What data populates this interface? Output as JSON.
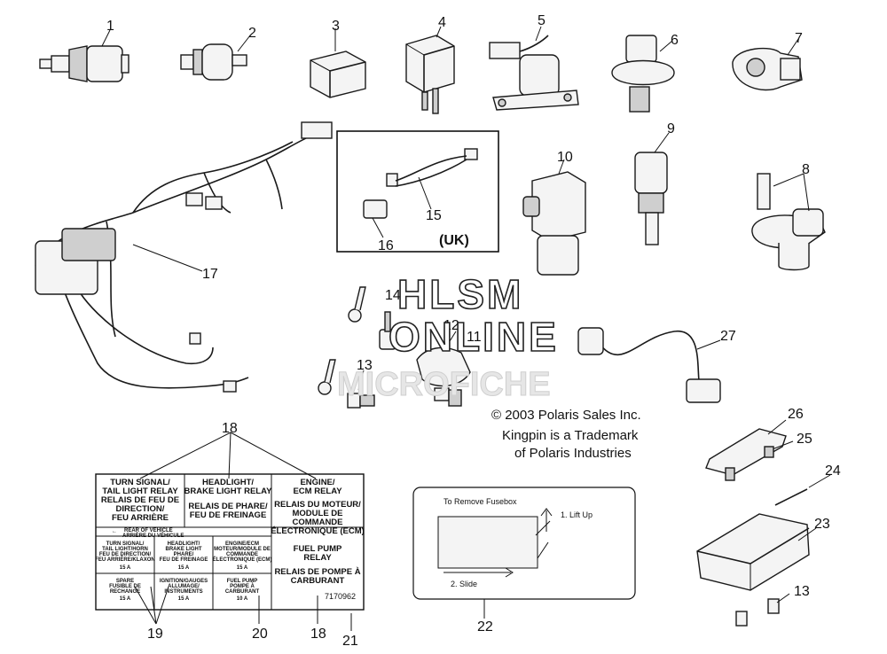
{
  "callouts": [
    "1",
    "2",
    "3",
    "4",
    "5",
    "6",
    "7",
    "8",
    "9",
    "10",
    "11",
    "12",
    "13",
    "13",
    "14",
    "15",
    "16",
    "17",
    "18",
    "19",
    "20",
    "21",
    "22",
    "23",
    "24",
    "25",
    "26",
    "27"
  ],
  "uk_label": "(UK)",
  "watermark": {
    "line1": "HLSM",
    "line2": "ONLINE",
    "line3": "MICROFICHE"
  },
  "copyright": {
    "line1": "© 2003 Polaris Sales Inc.",
    "line2": "Kingpin is a Trademark",
    "line3": "of Polaris Industries"
  },
  "fuse_label": {
    "top_cells": [
      [
        "TURN SIGNAL/",
        "TAIL LIGHT RELAY",
        "RELAIS DE FEU DE",
        "DIRECTION/",
        "FEU ARRIÈRE"
      ],
      [
        "HEADLIGHT/",
        "BRAKE LIGHT RELAY",
        "",
        "RELAIS DE PHARE/",
        "FEU DE FREINAGE"
      ],
      [
        "ENGINE/",
        "ECM RELAY",
        "",
        "RELAIS DU MOTEUR/",
        "MODULE DE",
        "COMMANDE",
        "ÉLECTRONIQUE (ECM)"
      ]
    ],
    "rear_note": [
      "REAR OF VEHICLE",
      "ARRIÈRE DU VÉHICULE"
    ],
    "fuse_cells": [
      [
        "TURN SIGNAL/",
        "TAIL LIGHT/HORN",
        "FEU DE DIRECTION/",
        "FEU ARRIÈRE/KLAXON",
        "15 A"
      ],
      [
        "HEADLIGHT/",
        "BRAKE LIGHT",
        "PHARE/",
        "FEU DE FREINAGE",
        "15 A"
      ],
      [
        "ENGINE/ECM",
        "MOTEUR/MODULE DE",
        "COMMANDE",
        "ÉLECTRONIQUE (ECM)",
        "15 A"
      ],
      [
        "SPARE",
        "FUSIBLE DE",
        "RECHANGE",
        "15 A"
      ],
      [
        "IGNITION/GAUGES",
        "ALLUMAGE/",
        "INSTRUMENTS",
        "15 A"
      ],
      [
        "FUEL PUMP",
        "POMPE À",
        "CARBURANT",
        "10 A"
      ]
    ],
    "fuel_relay": [
      "FUEL PUMP",
      "RELAY",
      "RELAIS DE POMPE À",
      "CARBURANT"
    ],
    "part_number": "7170962"
  },
  "fusebox_card": {
    "title": "To Remove Fusebox",
    "step1": "1. Lift Up",
    "step2": "2. Slide"
  }
}
